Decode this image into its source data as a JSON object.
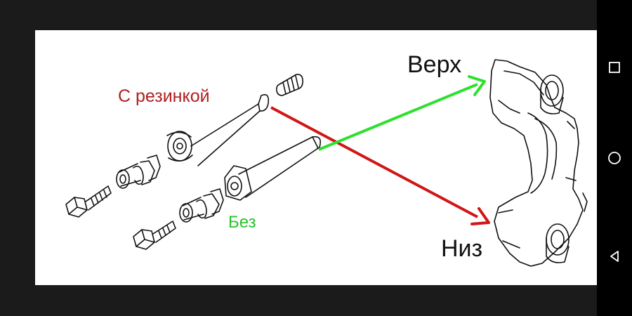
{
  "diagram": {
    "labels": {
      "with_rubber": "С резинкой",
      "without": "Без",
      "top": "Верх",
      "bottom": "Низ"
    },
    "colors": {
      "red_arrow": "#d01616",
      "green_arrow": "#2ee02e",
      "red_label": "#b01e1e",
      "green_label": "#27c42a"
    }
  },
  "navigation_bar": {
    "buttons": [
      "recent-apps-icon",
      "home-icon",
      "back-icon"
    ]
  }
}
